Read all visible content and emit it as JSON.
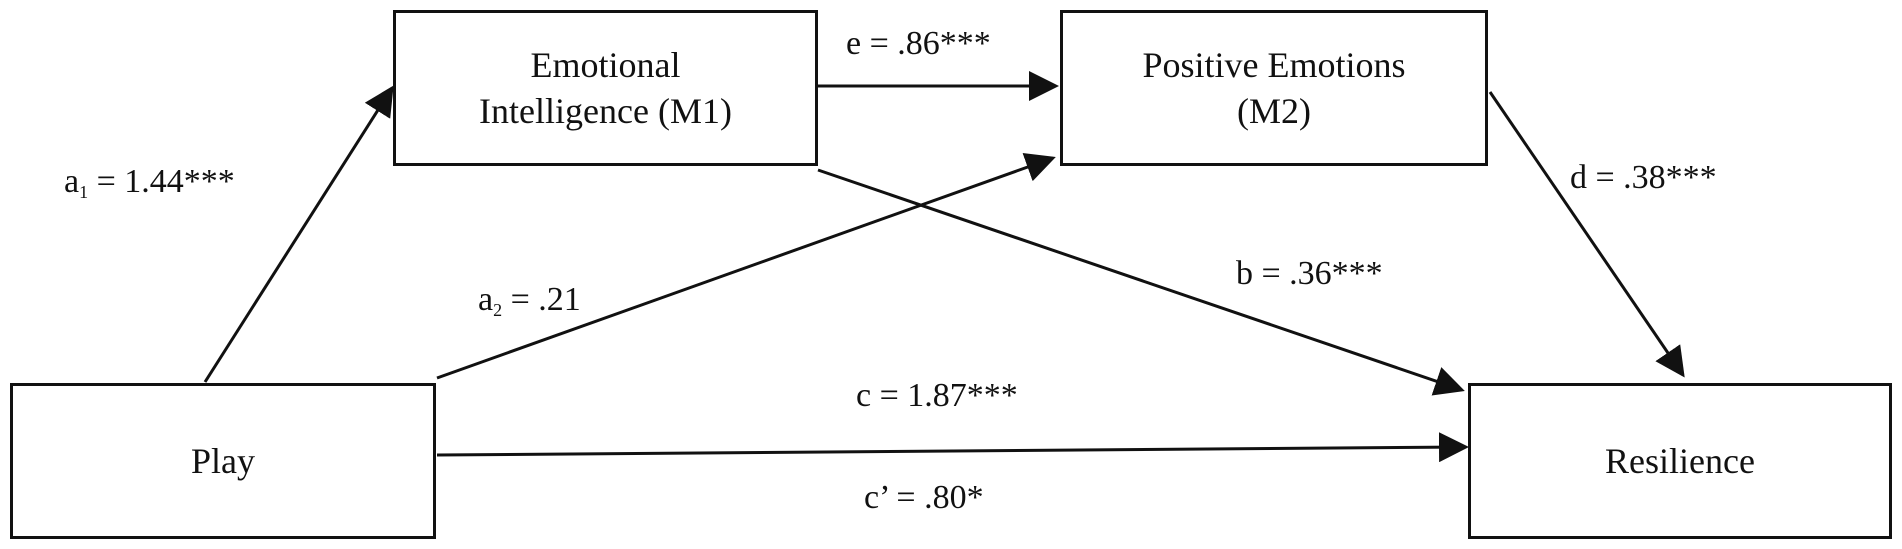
{
  "nodes": {
    "m1": {
      "line1": "Emotional",
      "line2": "Intelligence (M1)"
    },
    "m2": {
      "line1": "Positive Emotions",
      "line2": "(M2)"
    },
    "play": {
      "label": "Play"
    },
    "resilience": {
      "label": "Resilience"
    }
  },
  "paths": {
    "a1": {
      "sym": "a",
      "sub": "1",
      "rest": " = 1.44***"
    },
    "a2": {
      "sym": "a",
      "sub": "2",
      "rest": " = .21"
    },
    "e": {
      "text": "e = .86***"
    },
    "d": {
      "text": "d = .38***"
    },
    "b": {
      "text": "b = .36***"
    },
    "c": {
      "text": "c = 1.87***"
    },
    "c_prime": {
      "text": "c’ = .80*"
    }
  }
}
